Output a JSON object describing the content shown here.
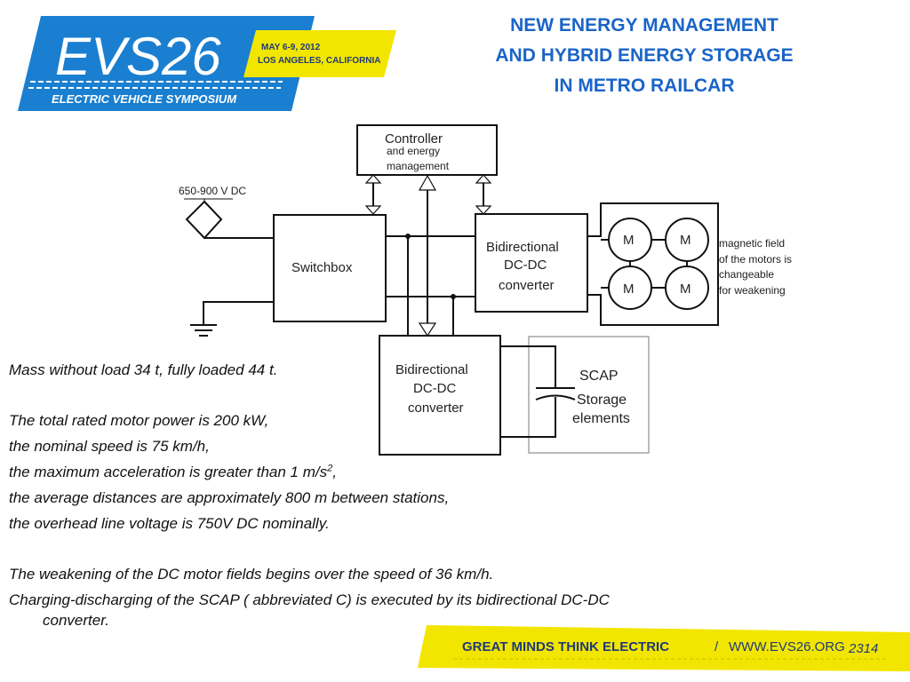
{
  "logo": {
    "name": "EVS26",
    "dates": "MAY 6-9, 2012",
    "location": "LOS ANGELES, CALIFORNIA",
    "subtitle": "ELECTRIC VEHICLE SYMPOSIUM",
    "colors": {
      "blue": "#1a7fd0",
      "yellow": "#f2e600",
      "dark_blue": "#1f3a78"
    }
  },
  "title": {
    "line1": "NEW ENERGY MANAGEMENT",
    "line2": "AND  HYBRID ENERGY STORAGE",
    "line3": "IN METRO RAILCAR",
    "color": "#1a64c8"
  },
  "diagram": {
    "controller_line1": "Controller",
    "controller_line2": "and  energy",
    "controller_line3": "management",
    "supply_label": "650-900 V DC",
    "switchbox": "Switchbox",
    "converter_top_line1": "Bidirectional",
    "converter_top_line2": "DC-DC",
    "converter_top_line3": "converter",
    "converter_bottom_line1": "Bidirectional",
    "converter_bottom_line2": "DC-DC",
    "converter_bottom_line3": "converter",
    "motor_label": "M",
    "motor_note_line1": "magnetic field",
    "motor_note_line2": "of the motors is",
    "motor_note_line3": " changeable",
    "motor_note_line4": "for weakening",
    "scap_line1": "SCAP",
    "scap_line2": "Storage",
    "scap_line3": "elements"
  },
  "body": {
    "line1": "Mass without load 34 t, fully loaded 44 t.",
    "line2": "The total rated motor power is 200 kW,",
    "line3": "the nominal speed is 75 km/h,",
    "line4_prefix": "the maximum acceleration is greater than 1 m/s",
    "line4_sup": "2",
    "line4_suffix": ",",
    "line5": "the average distances are approximately 800 m between stations,",
    "line6": "the overhead line voltage is 750V DC nominally.",
    "line7": "The weakening of the DC motor fields begins over the speed of 36 km/h.",
    "line8": "Charging-discharging of the SCAP ( abbreviated C) is executed by its bidirectional DC-DC",
    "line9": "converter."
  },
  "footer": {
    "slogan": "GREAT MINDS THINK ELECTRIC",
    "separator": "/",
    "url": "WWW.EVS26.ORG",
    "slide_number": "2314",
    "band_color": "#f2e600"
  }
}
